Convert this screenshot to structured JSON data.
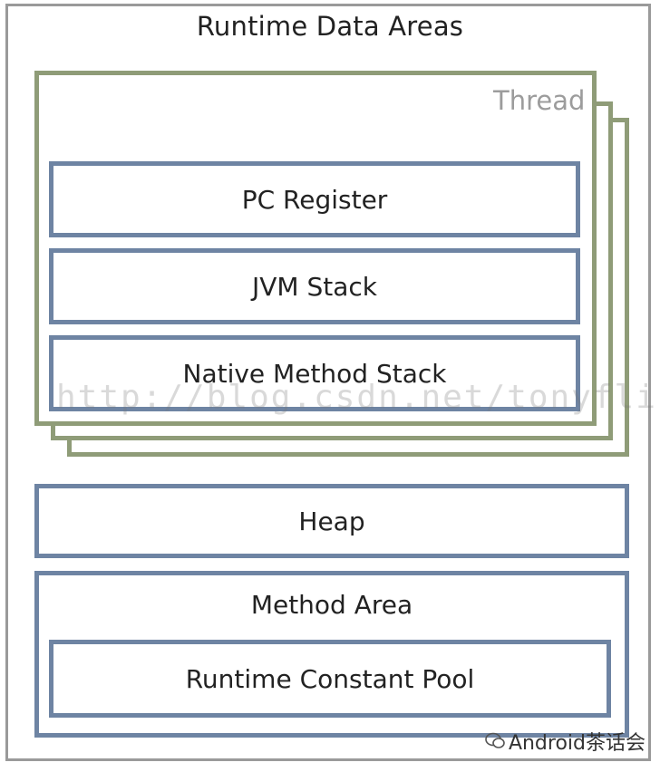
{
  "diagram": {
    "title": "Runtime Data Areas",
    "thread": {
      "label": "Thread",
      "areas": [
        "PC Register",
        "JVM Stack",
        "Native Method Stack"
      ]
    },
    "heap": "Heap",
    "method_area": {
      "label": "Method Area",
      "inner": "Runtime Constant Pool"
    }
  },
  "watermark": {
    "url": "http://blog.csdn.net/tonyfling",
    "brand": "Android茶话会"
  },
  "colors": {
    "thread_border": "#8f9c78",
    "area_border": "#6e84a3",
    "frame_border": "#9a9a9a"
  }
}
